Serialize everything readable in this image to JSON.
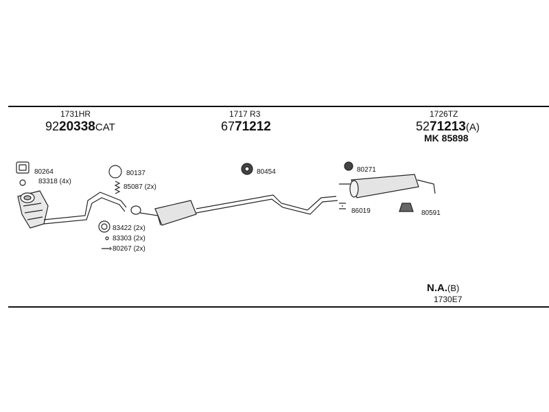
{
  "sections": {
    "front": {
      "code": "1731HR",
      "part_prefix": "92",
      "part_main": "20338",
      "part_suffix": "CAT"
    },
    "middle": {
      "code": "1717 R3",
      "part_prefix": "67",
      "part_main": "71212"
    },
    "rear": {
      "code": "1726TZ",
      "part_prefix": "52",
      "part_main": "71213",
      "part_suffix": "(A)",
      "mk": "MK 85898"
    }
  },
  "parts": {
    "p80264": "80264",
    "p83318": "83318 (4x)",
    "p80137": "80137",
    "p85087": "85087 (2x)",
    "p83422": "83422 (2x)",
    "p83303": "83303 (2x)",
    "p80267": "80267 (2x)",
    "p80454": "80454",
    "p80271": "80271",
    "p86019": "86019",
    "p80591": "80591"
  },
  "note": {
    "na": "N.A.",
    "na_suffix": "(B)",
    "code": "1730E7"
  }
}
